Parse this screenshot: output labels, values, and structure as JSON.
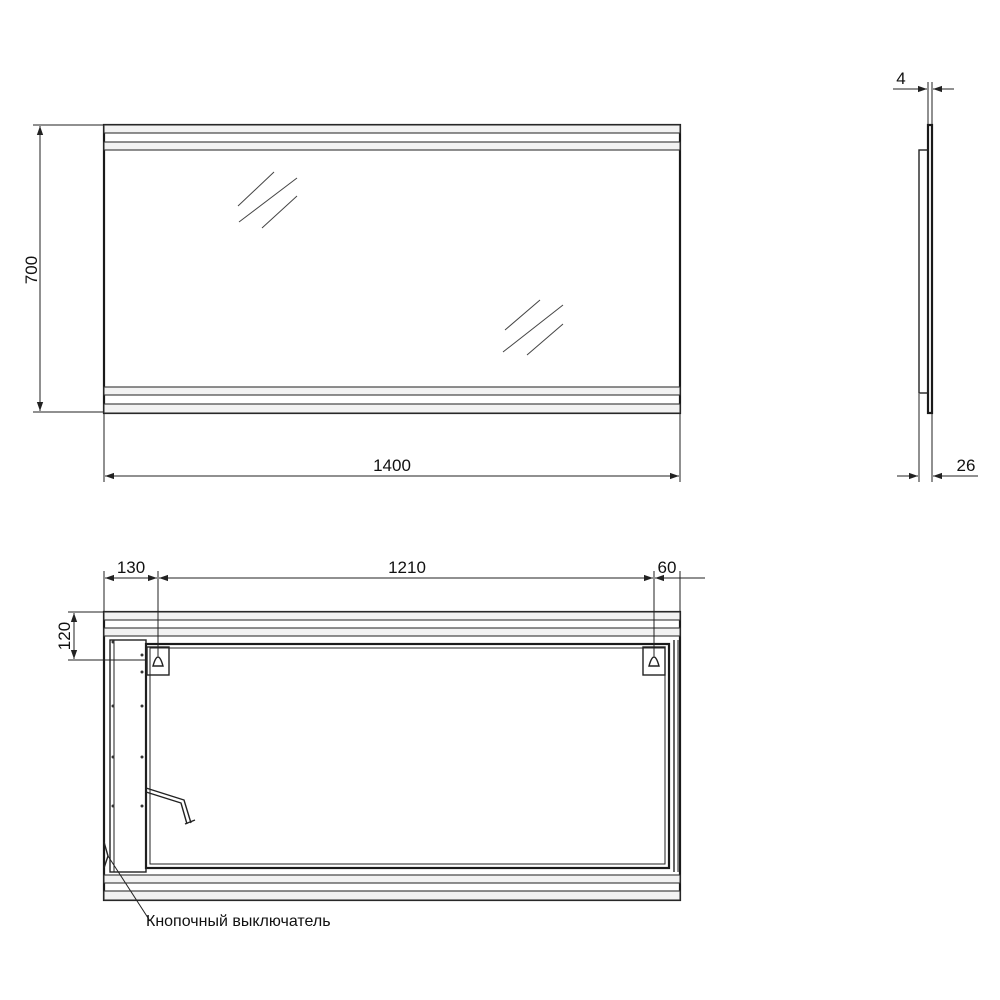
{
  "front_view": {
    "height_label": "700",
    "width_label": "1400"
  },
  "side_view": {
    "glass_label": "4",
    "depth_label": "26"
  },
  "back_view": {
    "left_offset_label": "130",
    "center_span_label": "1210",
    "right_offset_label": "60",
    "top_offset_label": "120",
    "switch_callout": "Кнопочный выключатель"
  }
}
